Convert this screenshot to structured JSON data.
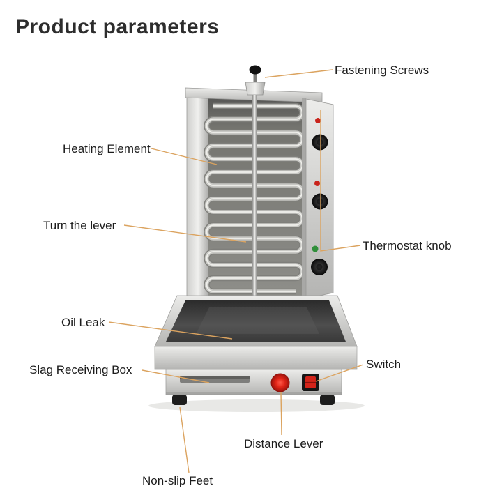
{
  "title": "Product parameters",
  "labels": {
    "fastening_screws": "Fastening Screws",
    "heating_element": "Heating Element",
    "turn_lever": "Turn the lever",
    "thermostat_knob": "Thermostat knob",
    "oil_leak": "Oil Leak",
    "slag_box": "Slag Receiving Box",
    "switch": "Switch",
    "distance_lever": "Distance Lever",
    "non_slip_feet": "Non-slip Feet"
  },
  "colors": {
    "leader_line": "#dba35f",
    "switch_red": "#d2241a",
    "button_red": "#e02417",
    "indicator_red": "#c9231b",
    "indicator_green": "#2f8f3a",
    "steel_light": "#ececea",
    "steel_dark": "#b4b4b2",
    "tray_dark": "#3a3a3a",
    "text": "#1c1c1c"
  }
}
